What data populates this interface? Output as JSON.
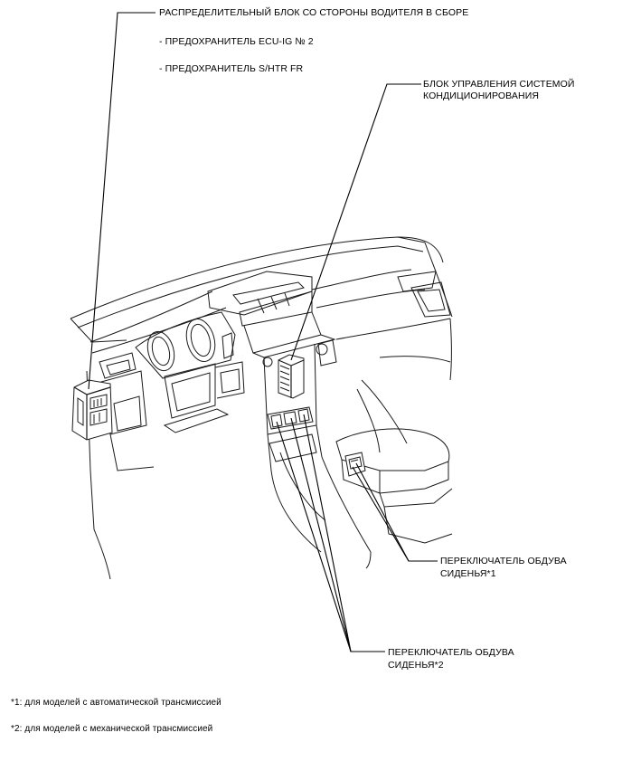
{
  "labels": {
    "driver_block": "РАСПРЕДЕЛИТЕЛЬНЫЙ БЛОК СО СТОРОНЫ ВОДИТЕЛЯ В СБОРЕ",
    "fuse_ecu": "- ПРЕДОХРАНИТЕЛЬ ECU-IG № 2",
    "fuse_htr": "- ПРЕДОХРАНИТЕЛЬ S/HTR FR",
    "ac_block_line1": "БЛОК УПРАВЛЕНИЯ СИСТЕМОЙ",
    "ac_block_line2": "КОНДИЦИОНИРОВАНИЯ",
    "seat_switch1_line1": "ПЕРЕКЛЮЧАТЕЛЬ ОБДУВА",
    "seat_switch1_line2": "СИДЕНЬЯ*1",
    "seat_switch2_line1": "ПЕРЕКЛЮЧАТЕЛЬ ОБДУВА",
    "seat_switch2_line2": "СИДЕНЬЯ*2"
  },
  "footnotes": {
    "note1": "*1: для моделей с автоматической трансмиссией",
    "note2": "*2: для моделей с механической трансмиссией"
  }
}
